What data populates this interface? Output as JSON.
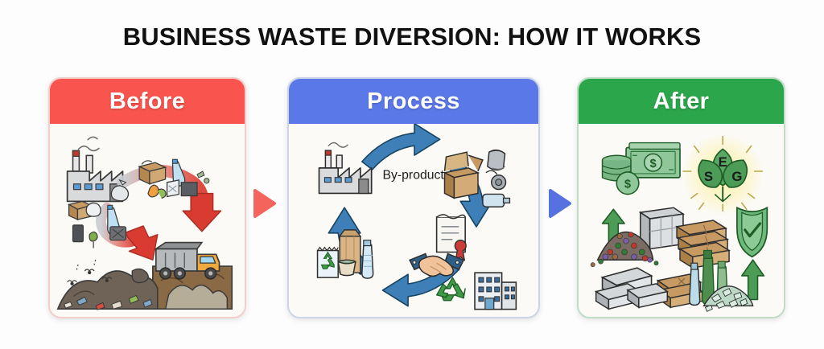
{
  "page": {
    "title": "BUSINESS WASTE DIVERSION: HOW IT WORKS",
    "background_color": "#fdfdfd",
    "title_color": "#111111"
  },
  "panels": [
    {
      "id": "before",
      "header_label": "Before",
      "header_color": "#f9544e",
      "border_color": "#f3cfcc",
      "illustration": {
        "name": "waste-to-landfill-illustration",
        "elements": [
          "factory-icon",
          "waste-stream-icon",
          "cardboard-box-icon",
          "plastic-bottle-icon",
          "trash-bag-icon",
          "broken-electronics-icon",
          "red-down-arrow-icon",
          "garbage-truck-icon",
          "landfill-pile-icon",
          "flies-icon"
        ]
      }
    },
    {
      "id": "process",
      "header_label": "Process",
      "header_color": "#5b78e8",
      "border_color": "#ccd4e8",
      "illustration": {
        "name": "circular-economy-cycle-illustration",
        "cycle_label": "By-products",
        "elements": [
          "factory-icon",
          "cardboard-box-icon",
          "scrap-metal-icon",
          "glass-bottle-icon",
          "certificate-icon",
          "handshake-icon",
          "recycling-symbol-icon",
          "office-building-icon",
          "recycled-products-icon",
          "blue-cycle-arrows-icon"
        ]
      }
    },
    {
      "id": "after",
      "header_label": "After",
      "header_color": "#2ba64a",
      "border_color": "#bfdcc6",
      "illustration": {
        "name": "recovered-value-illustration",
        "esg_letters": [
          "E",
          "S",
          "G"
        ],
        "elements": [
          "banknote-icon",
          "coin-stack-icon",
          "esg-leaf-icon",
          "green-up-arrow-icon",
          "baled-plastic-icon",
          "baled-cardboard-icon",
          "metal-ingot-icon",
          "glass-bottle-icon",
          "glass-cullet-icon",
          "shield-check-icon"
        ]
      }
    }
  ],
  "connectors": [
    {
      "id": "connector-before-to-process",
      "name": "arrow-right-icon",
      "color": "#f4645c"
    },
    {
      "id": "connector-process-to-after",
      "name": "arrow-right-icon",
      "color": "#5671e0"
    }
  ]
}
